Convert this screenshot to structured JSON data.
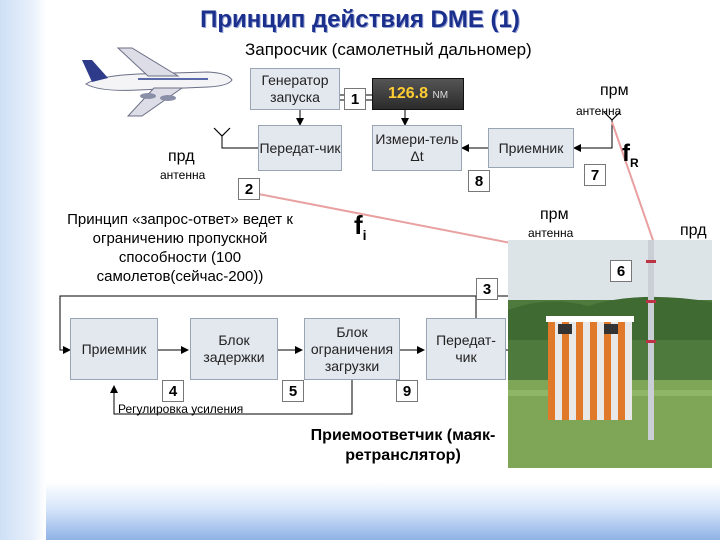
{
  "title": "Принцип действия DME (1)",
  "subtitle": "Запросчик (самолетный дальномер)",
  "blocks": {
    "generator": "Генератор запуска",
    "transmitter_top": "Передат-чик",
    "meter": "Измери-тель Δt",
    "receiver_top": "Приемник",
    "receiver_bottom": "Приемник",
    "delay": "Блок задержки",
    "load_limit": "Блок ограничения загрузки",
    "transmitter_bottom": "Передат-чик"
  },
  "display": {
    "value": "126.8",
    "unit": "NM"
  },
  "numbers": [
    "1",
    "2",
    "3",
    "4",
    "5",
    "6",
    "7",
    "8",
    "9"
  ],
  "labels": {
    "prd": "прд",
    "prm": "прм",
    "antenna": "антенна",
    "f_i": "f",
    "f_i_sub": "i",
    "f_r": "f",
    "f_r_sub": "R",
    "gain_control": "Регулировка усиления",
    "principle": "Принцип «запрос-ответ» ведет к ограничению пропускной способности (100 самолетов(сейчас-200))",
    "transponder": "Приемоответчик (маяк-ретранслятор)"
  },
  "colors": {
    "title": "#1b2f8c",
    "box": "#e3e8ef",
    "arrow": "#000000",
    "radio_link": "#e9a0a0"
  }
}
